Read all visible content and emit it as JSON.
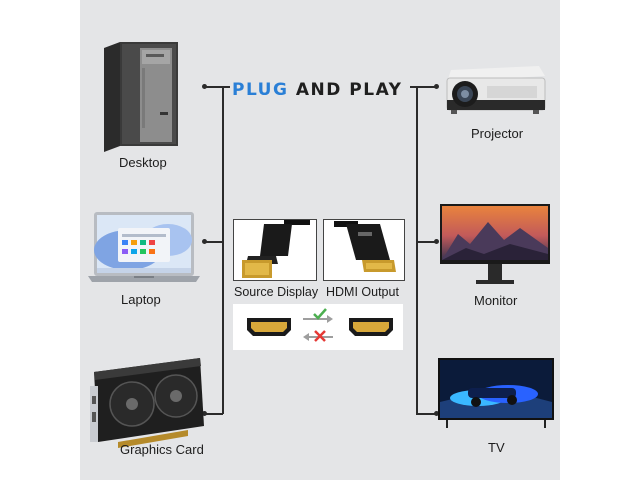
{
  "headline": {
    "part1": "PLUG",
    "part2": "AND PLAY"
  },
  "devices": {
    "desktop": "Desktop",
    "laptop": "Laptop",
    "graphics_card": "Graphics Card",
    "projector": "Projector",
    "monitor": "Monitor",
    "tv": "TV"
  },
  "cable": {
    "source_label": "Source Display",
    "output_label": "HDMI Output"
  },
  "icons": [
    "check-icon",
    "cross-icon",
    "arrow-right-icon",
    "arrow-left-icon"
  ],
  "colors": {
    "accent": "#2a7fd6",
    "check": "#4caf50",
    "cross": "#e53935",
    "background": "#e4e5e7"
  }
}
